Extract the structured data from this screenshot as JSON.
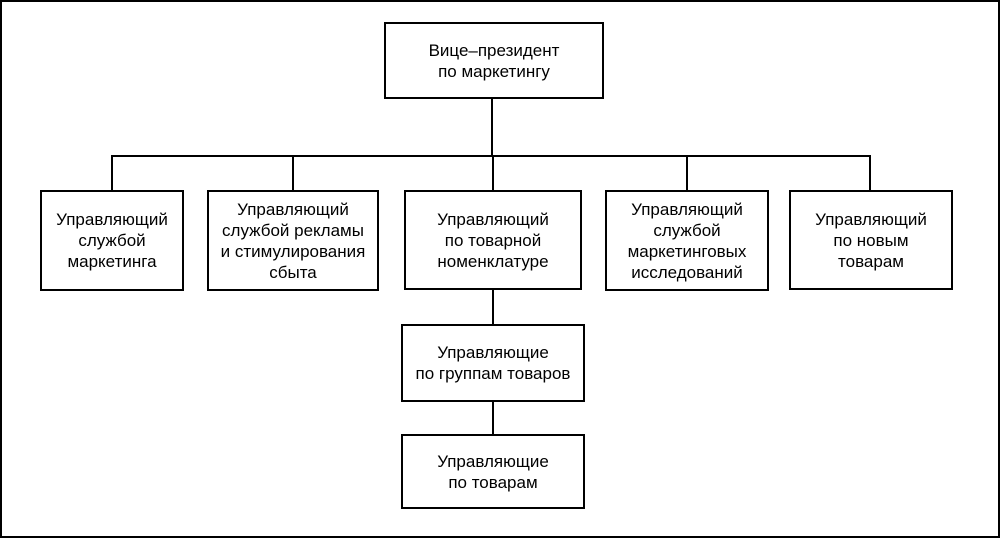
{
  "diagram": {
    "type": "org-chart",
    "language": "ru",
    "colors": {
      "background": "#ffffff",
      "box_fill": "#ffffff",
      "box_border": "#000000",
      "line": "#000000",
      "text": "#000000"
    },
    "nodes": [
      {
        "id": "vp-marketing",
        "parent": null,
        "label": "Вице–президент\nпо маркетингу"
      },
      {
        "id": "marketing-service",
        "parent": "vp-marketing",
        "label": "Управляющий\nслужбой\nмаркетинга"
      },
      {
        "id": "advertising-sales",
        "parent": "vp-marketing",
        "label": "Управляющий\nслужбой рекламы\nи стимулирования\nсбыта"
      },
      {
        "id": "product-nomenclature",
        "parent": "vp-marketing",
        "label": "Управляющий\nпо товарной\nноменклатуре"
      },
      {
        "id": "marketing-research",
        "parent": "vp-marketing",
        "label": "Управляющий\nслужбой\nмаркетинговых\nисследований"
      },
      {
        "id": "new-products",
        "parent": "vp-marketing",
        "label": "Управляющий\nпо новым\nтоварам"
      },
      {
        "id": "product-groups",
        "parent": "product-nomenclature",
        "label": "Управляющие\nпо группам товаров"
      },
      {
        "id": "products",
        "parent": "product-groups",
        "label": "Управляющие\nпо товарам"
      }
    ]
  }
}
